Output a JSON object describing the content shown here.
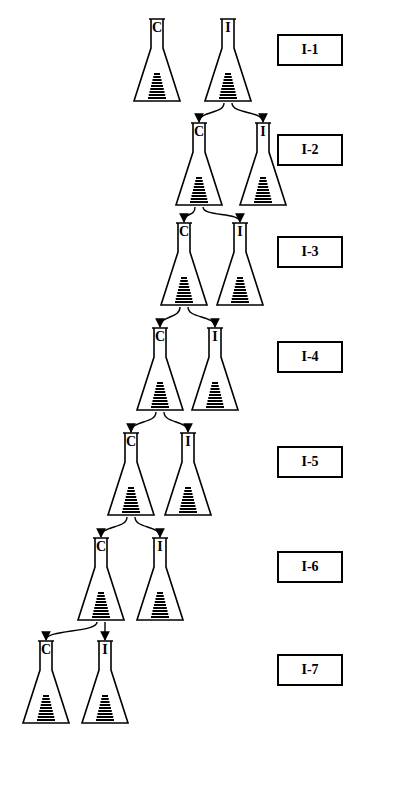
{
  "diagram": {
    "nodes": [
      {
        "text": [
          "C"
        ]
      },
      {
        "text": [
          "I"
        ]
      },
      {
        "text": [
          "I-1"
        ]
      },
      {
        "text": [
          "C"
        ]
      },
      {
        "text": [
          "I"
        ]
      },
      {
        "text": [
          "I-2"
        ]
      },
      {
        "text": [
          "C"
        ]
      },
      {
        "text": [
          "I"
        ]
      },
      {
        "text": [
          "I-3"
        ]
      },
      {
        "text": [
          "C"
        ]
      },
      {
        "text": [
          "I"
        ]
      },
      {
        "text": [
          "I-4"
        ]
      },
      {
        "text": [
          "C"
        ]
      },
      {
        "text": [
          "I"
        ]
      },
      {
        "text": [
          "I-5"
        ]
      },
      {
        "text": [
          "C"
        ]
      },
      {
        "text": [
          "I"
        ]
      },
      {
        "text": [
          "I-6"
        ]
      },
      {
        "text": [
          "C"
        ]
      },
      {
        "text": [
          "I"
        ]
      },
      {
        "text": [
          "I-7"
        ]
      }
    ],
    "edges": [
      {
        "from": 1,
        "to": 3,
        "arrow": "to"
      },
      {
        "from": 1,
        "to": 4,
        "arrow": "to"
      },
      {
        "from": 3,
        "to": 6,
        "arrow": "to"
      },
      {
        "from": 3,
        "to": 7,
        "arrow": "to"
      },
      {
        "from": 6,
        "to": 9,
        "arrow": "to"
      },
      {
        "from": 6,
        "to": 10,
        "arrow": "to"
      },
      {
        "from": 9,
        "to": 12,
        "arrow": "to"
      },
      {
        "from": 9,
        "to": 13,
        "arrow": "to"
      },
      {
        "from": 12,
        "to": 15,
        "arrow": "to"
      },
      {
        "from": 12,
        "to": 16,
        "arrow": "to"
      },
      {
        "from": 15,
        "to": 18,
        "arrow": "to"
      },
      {
        "from": 15,
        "to": 19,
        "arrow": "to"
      }
    ]
  }
}
